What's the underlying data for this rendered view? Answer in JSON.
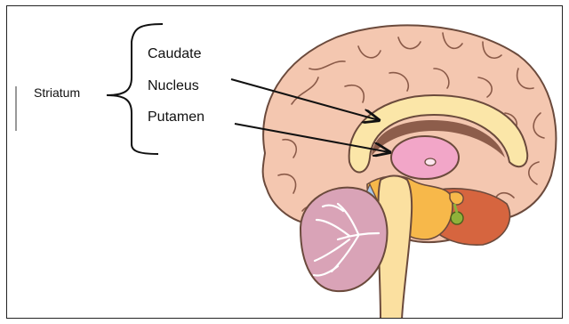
{
  "labels": {
    "striatum": "Striatum",
    "caudate": "Caudate",
    "nucleus": "Nucleus",
    "putamen": "Putamen"
  },
  "colors": {
    "cortex": "#f4c7b0",
    "cortex_outline": "#6b4a3c",
    "corpus_callosum": "#fbe6a8",
    "thalamus": "#f2a6c8",
    "brainstem": "#fbe0a0",
    "cerebellum": "#d9a3b7",
    "midbrain_orange": "#f7b84a",
    "hypothalamus_red": "#d6653f",
    "pituitary_green": "#8fb23a",
    "ventricle_blue": "#a9c7e6",
    "text": "#111111"
  }
}
